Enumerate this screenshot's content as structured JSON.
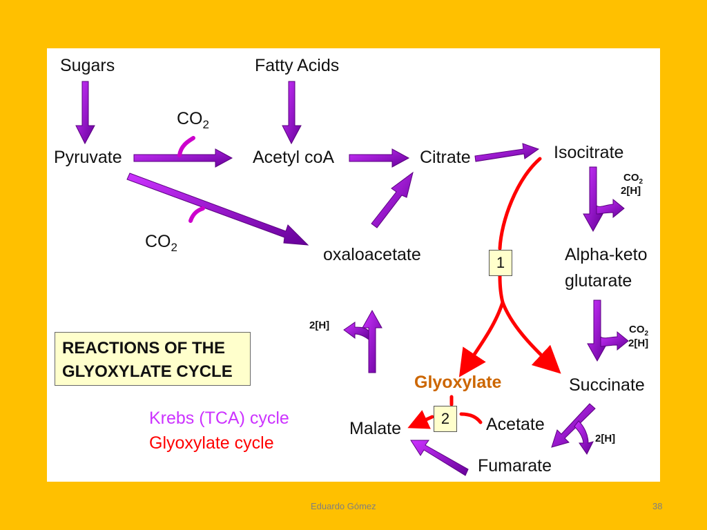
{
  "labels": {
    "sugars": "Sugars",
    "fatty_acids": "Fatty Acids",
    "pyruvate": "Pyruvate",
    "acetyl_coa": "Acetyl coA",
    "citrate": "Citrate",
    "isocitrate": "Isocitrate",
    "oxaloacetate": "oxaloacetate",
    "alpha_keto_1": "Alpha-keto",
    "alpha_keto_2": "glutarate",
    "succinate": "Succinate",
    "fumarate": "Fumarate",
    "malate": "Malate",
    "acetate": "Acetate",
    "glyoxylate": "Glyoxylate"
  },
  "co2": {
    "base": "CO",
    "sub": "2"
  },
  "small_labels": {
    "co2": "CO",
    "co2_sub": "2",
    "h2": "2[H]"
  },
  "enzymes": {
    "one": "1",
    "two": "2"
  },
  "title_box": {
    "line1": "REACTIONS OF THE",
    "line2": "GLYOXYLATE CYCLE"
  },
  "legend": {
    "krebs": "Krebs (TCA) cycle",
    "glyoxylate": "Glyoxylate cycle"
  },
  "colors": {
    "background": "#FFC000",
    "krebs_arrow": "#9900CC",
    "glyoxylate_arrow": "#FF0000",
    "glyoxylate_label": "#CC6600",
    "legend_krebs": "#CC33FF",
    "legend_glyoxylate": "#FF0000"
  },
  "footer": {
    "author": "Eduardo Gómez",
    "page": "38"
  }
}
